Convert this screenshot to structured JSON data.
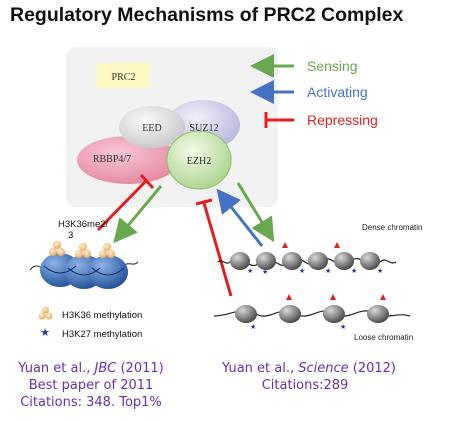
{
  "title": "Regulatory Mechanisms of PRC2 Complex",
  "diagram": {
    "prc2_label": "PRC2",
    "subunits": {
      "eed": "EED",
      "suz12": "SUZ12",
      "rbbp": "RBBP4/7",
      "ezh2": "EZH2"
    },
    "legend": {
      "sensing": {
        "label": "Sensing",
        "color": "#6aa84f"
      },
      "activating": {
        "label": "Activating",
        "color": "#4472c4"
      },
      "repressing": {
        "label": "Repressing",
        "color": "#e02020"
      }
    },
    "nucleosome_marks": {
      "h3k36_tag_line1": "H3K36me2/",
      "h3k36_tag_line2": "3",
      "h3k36_legend": "H3K36 methylation",
      "h3k27_legend": "H3K27 methylation"
    },
    "chromatin": {
      "dense": "Dense chromatin",
      "loose": "Loose chromatin"
    }
  },
  "citations": {
    "left": {
      "prefix": "Yuan et al., ",
      "journal": "JBC",
      "suffix": " (2011)",
      "line2": "Best paper of 2011",
      "line3": "Citations: 348. Top1%"
    },
    "right": {
      "prefix": "Yuan et al., ",
      "journal": "Science",
      "suffix": " (2012)",
      "line2": "Citations:289"
    }
  }
}
